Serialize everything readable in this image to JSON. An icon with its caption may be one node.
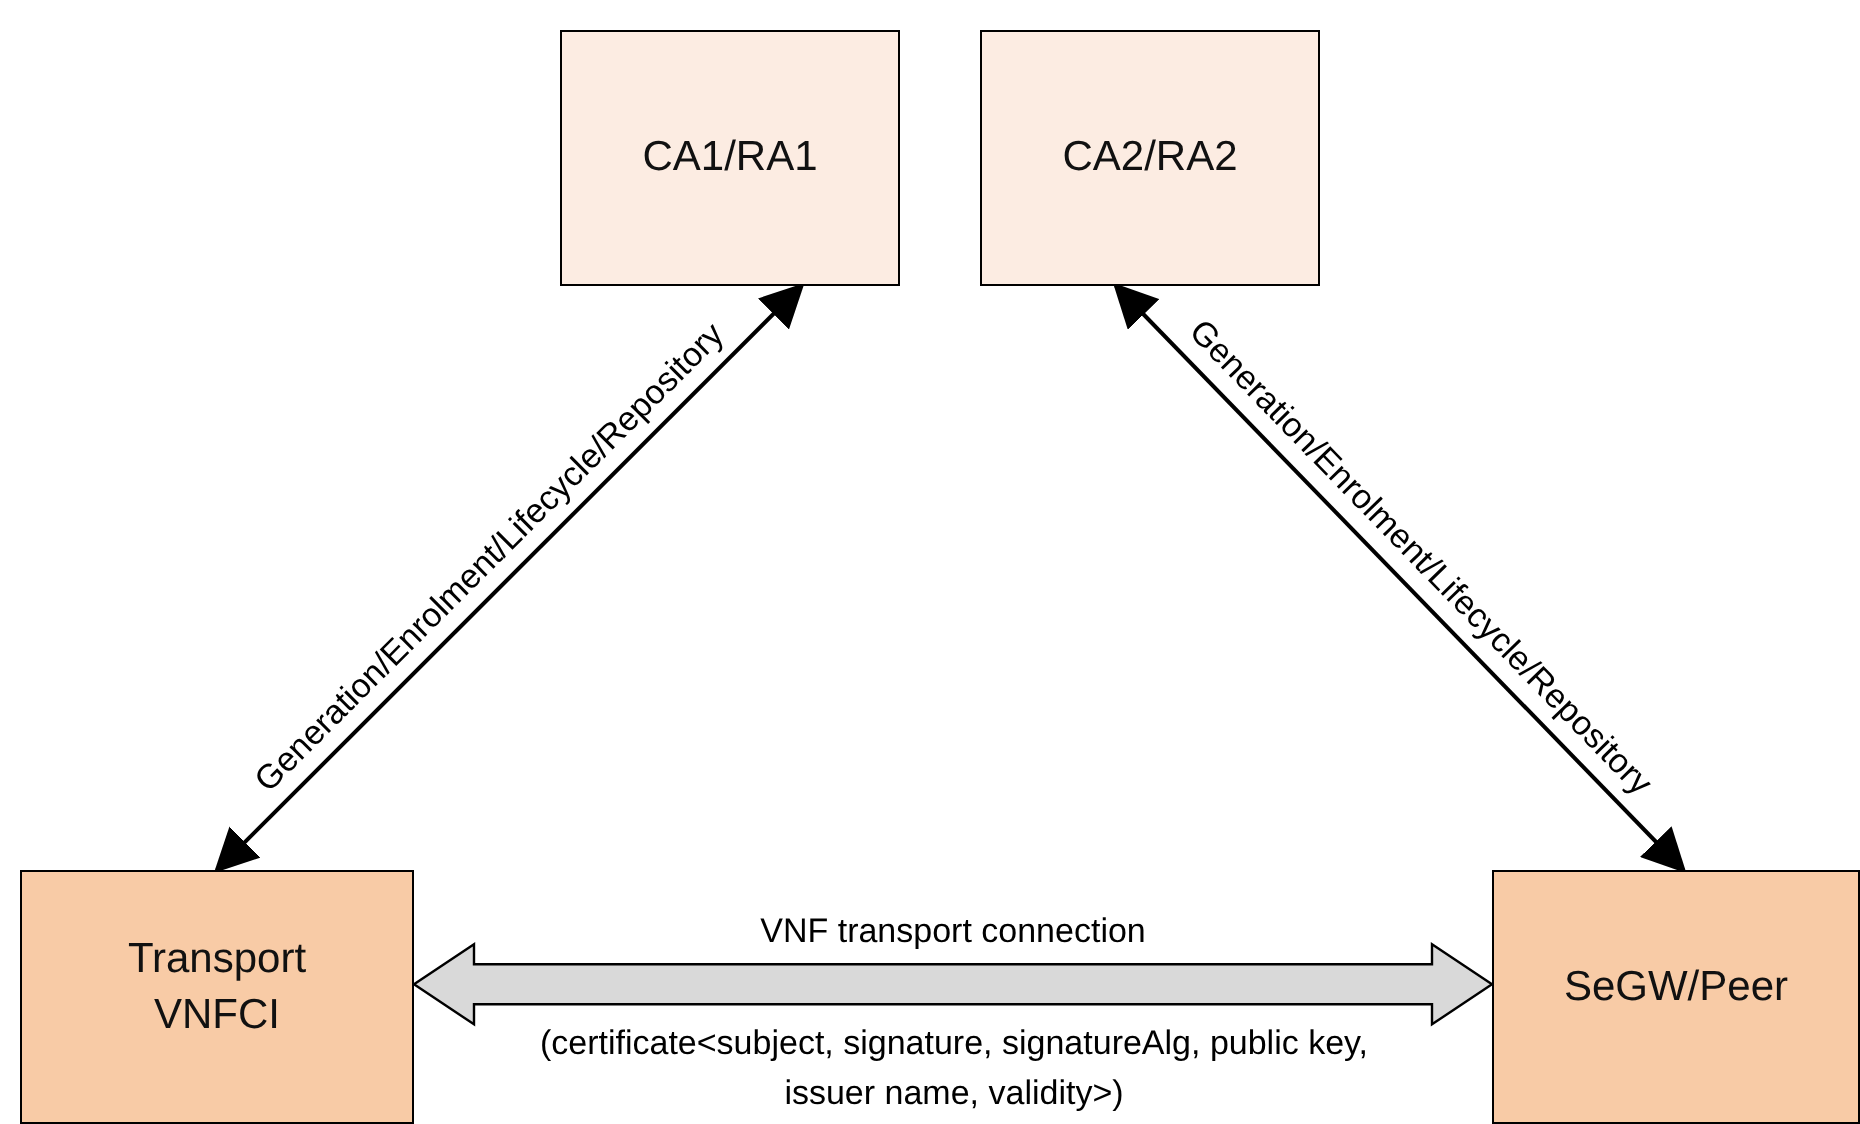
{
  "diagram": {
    "nodes": [
      {
        "text": [
          "CA1/RA1"
        ]
      },
      {
        "text": [
          "CA2/RA2"
        ]
      },
      {
        "text": [
          "Transport VNFCI"
        ]
      },
      {
        "text": [
          "SeGW/Peer"
        ]
      }
    ],
    "edges": [
      {
        "from": 2,
        "to": 0,
        "arrow": "both",
        "label": "Generation/Enrolment/Lifecycle/Repository"
      },
      {
        "from": 3,
        "to": 1,
        "arrow": "both",
        "label": "Generation/Enrolment/Lifecycle/Repository"
      },
      {
        "from": 2,
        "to": 3,
        "arrow": "both",
        "label": "VNF transport connection",
        "style": "thick",
        "color": "#d9d9d9"
      }
    ],
    "labels": [
      "(certificate<subject, signature, signatureAlg, public key, issuer name, validity>)"
    ]
  }
}
